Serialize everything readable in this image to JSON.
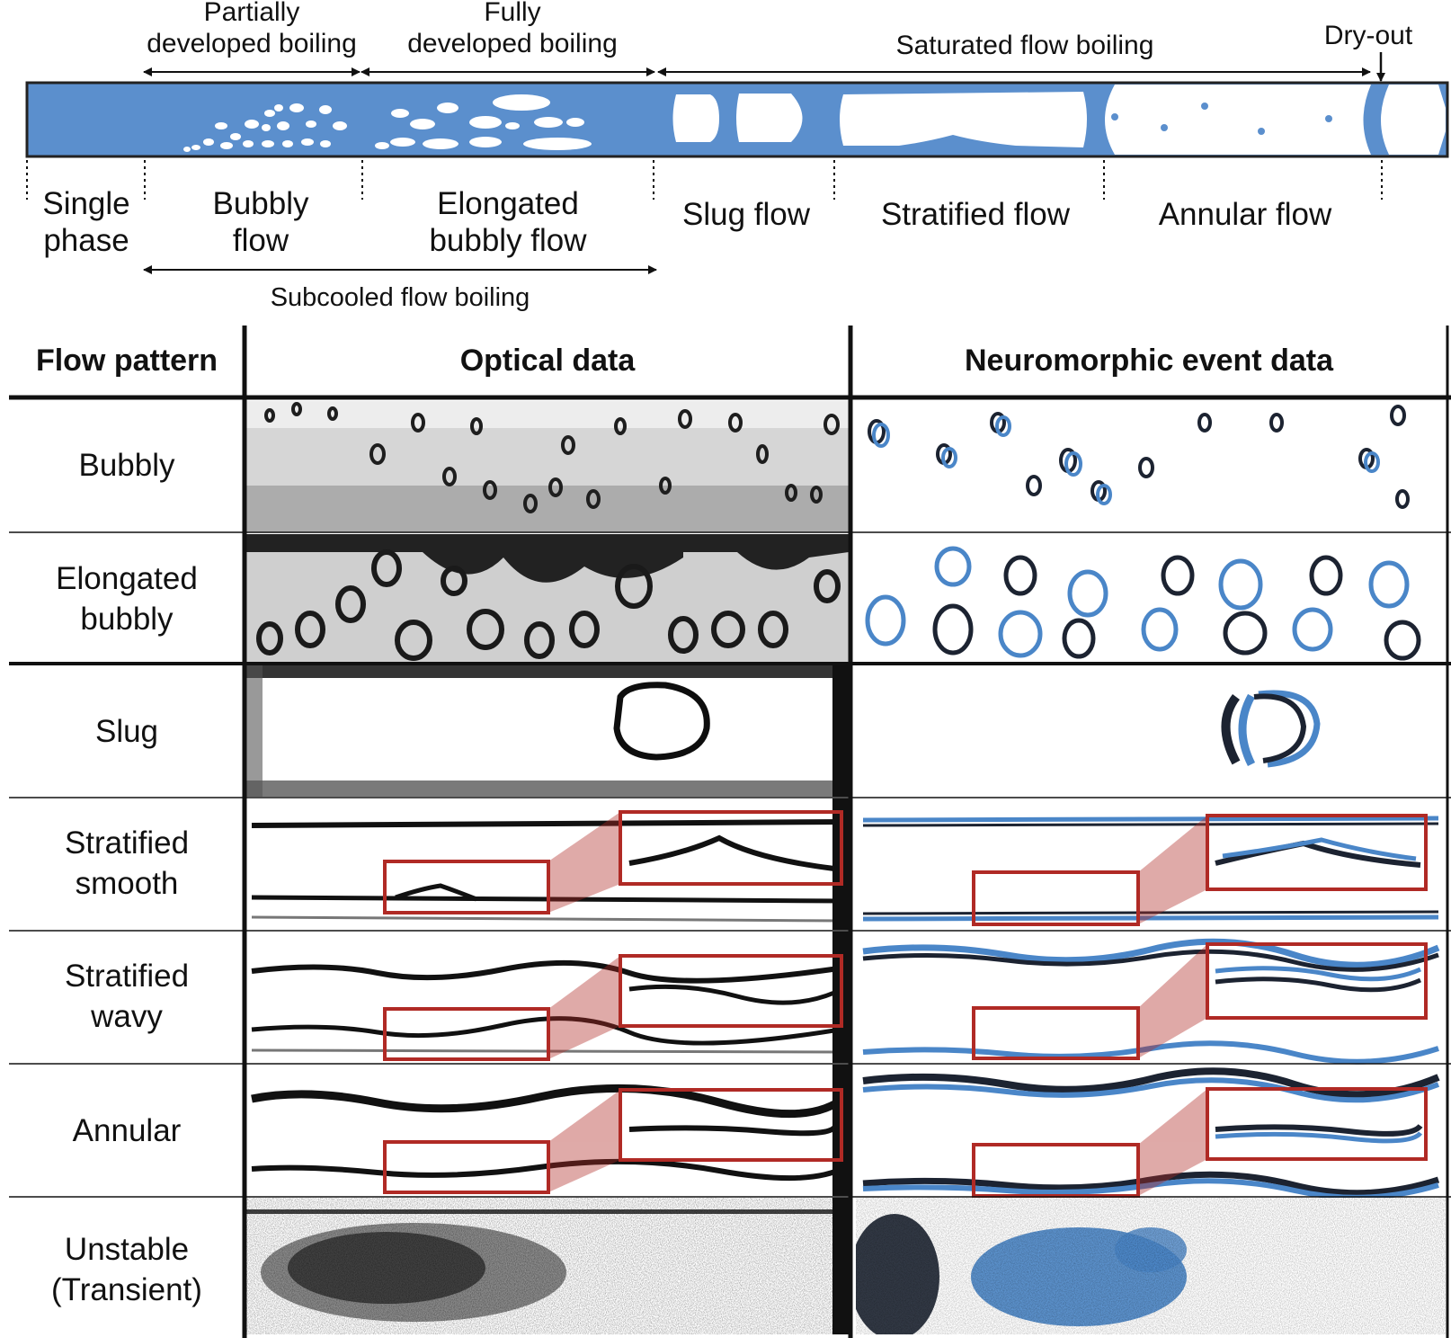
{
  "schematic": {
    "top_labels": {
      "partially_developed": "Partially\ndeveloped boiling",
      "fully_developed": "Fully\ndeveloped boiling",
      "saturated": "Saturated flow boiling",
      "dry_out": "Dry-out"
    },
    "regimes": {
      "single_phase": "Single\nphase",
      "bubbly_flow": "Bubbly\nflow",
      "elongated_bubbly_flow": "Elongated\nbubbly flow",
      "slug_flow": "Slug flow",
      "stratified_flow": "Stratified flow",
      "annular_flow": "Annular flow"
    },
    "subcooled": "Subcooled flow boiling"
  },
  "table": {
    "headers": {
      "flow_pattern": "Flow pattern",
      "optical": "Optical data",
      "neuromorphic": "Neuromorphic event data"
    },
    "rows": [
      {
        "label": "Bubbly"
      },
      {
        "label": "Elongated\nbubbly"
      },
      {
        "label": "Slug"
      },
      {
        "label": "Stratified\nsmooth"
      },
      {
        "label": "Stratified\nwavy"
      },
      {
        "label": "Annular"
      },
      {
        "label": "Unstable\n(Transient)"
      }
    ]
  },
  "colors": {
    "liquid_blue": "#5b8fcd",
    "event_blue": "#4a86c8",
    "event_dark": "#1c2331",
    "zoom_red": "#b02a25"
  }
}
